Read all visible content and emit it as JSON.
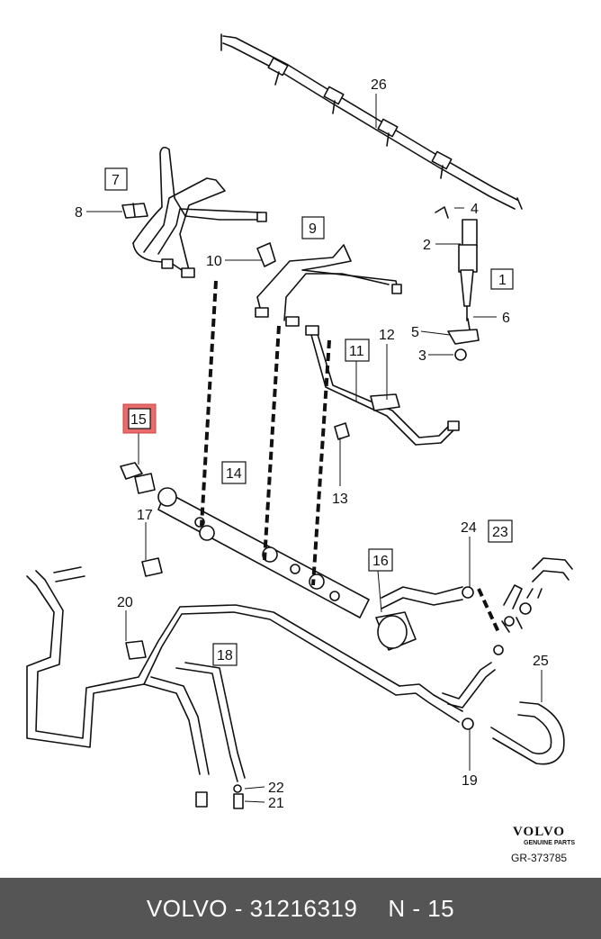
{
  "diagram": {
    "labels": {
      "p1": "1",
      "p2": "2",
      "p3": "3",
      "p4": "4",
      "p5": "5",
      "p6": "6",
      "p7": "7",
      "p8": "8",
      "p9": "9",
      "p10": "10",
      "p11": "11",
      "p12": "12",
      "p13": "13",
      "p14": "14",
      "p15": "15",
      "p16": "16",
      "p17": "17",
      "p18": "18",
      "p19": "19",
      "p20": "20",
      "p21": "21",
      "p22": "22",
      "p23": "23",
      "p24": "24",
      "p25": "25",
      "p26": "26"
    },
    "highlighted_part": "15",
    "highlight_color": "#e86c6c",
    "brand": {
      "logo_text": "VOLVO",
      "logo_subtitle": "GENUINE PARTS",
      "reference": "GR-373785"
    }
  },
  "footer": {
    "brand": "VOLVO",
    "part_number": "31216319",
    "position_code": "N - 15",
    "background": "#555555"
  }
}
